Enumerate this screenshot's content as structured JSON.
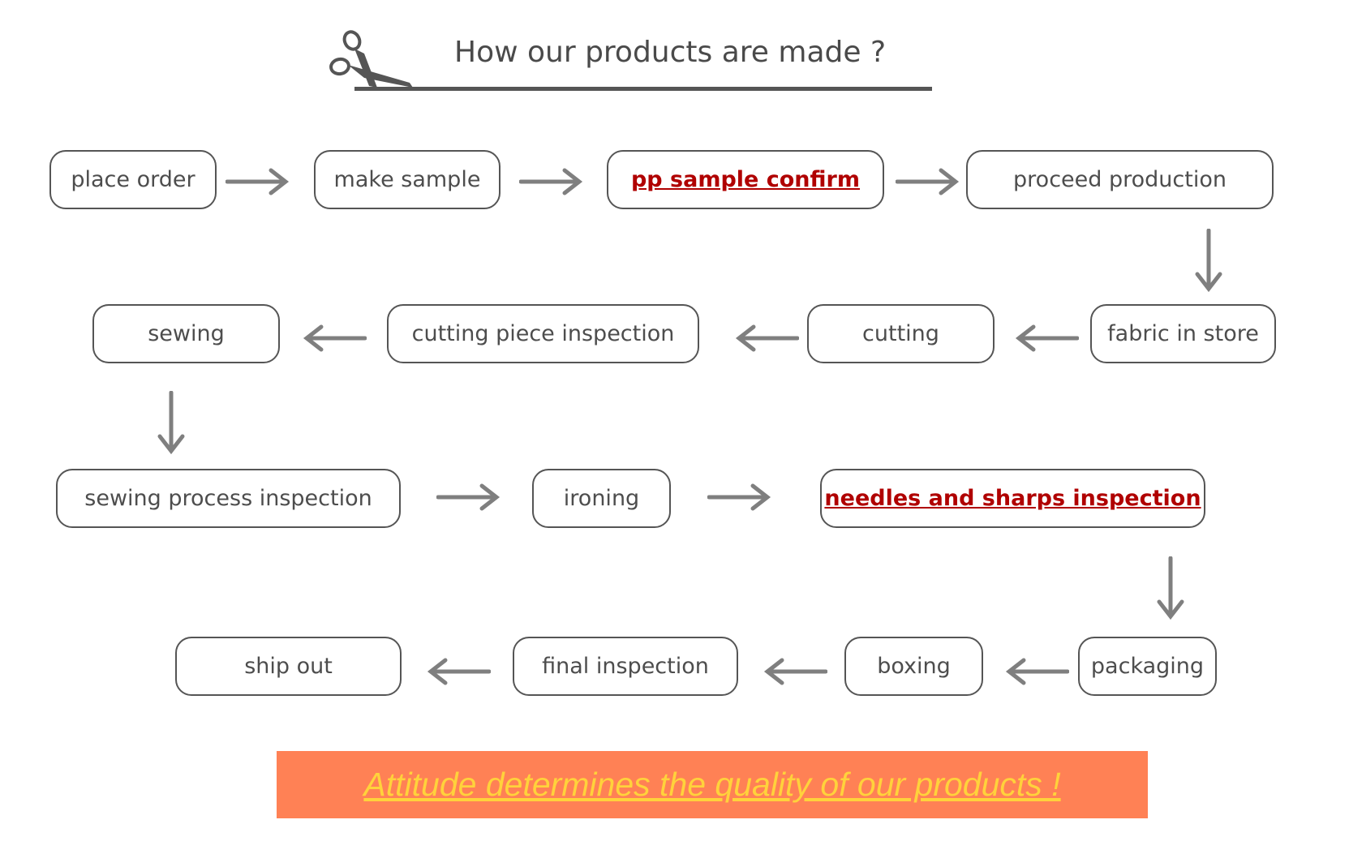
{
  "header": {
    "title": "How our products are made ?"
  },
  "steps": [
    {
      "label": "place order"
    },
    {
      "label": "make sample"
    },
    {
      "label": "pp sample confirm"
    },
    {
      "label": "proceed production"
    },
    {
      "label": "fabric in store"
    },
    {
      "label": "cutting"
    },
    {
      "label": "cutting piece inspection"
    },
    {
      "label": "sewing"
    },
    {
      "label": "sewing process inspection"
    },
    {
      "label": "ironing"
    },
    {
      "label": "needles and sharps inspection"
    },
    {
      "label": "packaging"
    },
    {
      "label": "boxing"
    },
    {
      "label": "final inspection"
    },
    {
      "label": "ship out"
    }
  ],
  "banner": {
    "text": "Attitude determines the quality of our products !"
  },
  "colors": {
    "box_border": "#555555",
    "text": "#4d4d4d",
    "highlight_text": "#b00000",
    "arrow": "#7f7f7f",
    "banner_bg": "#ff8155",
    "banner_text": "#ffd23b"
  },
  "icons": {
    "header_icon": "scissors-icon",
    "connector_icon": "arrow-icon"
  }
}
